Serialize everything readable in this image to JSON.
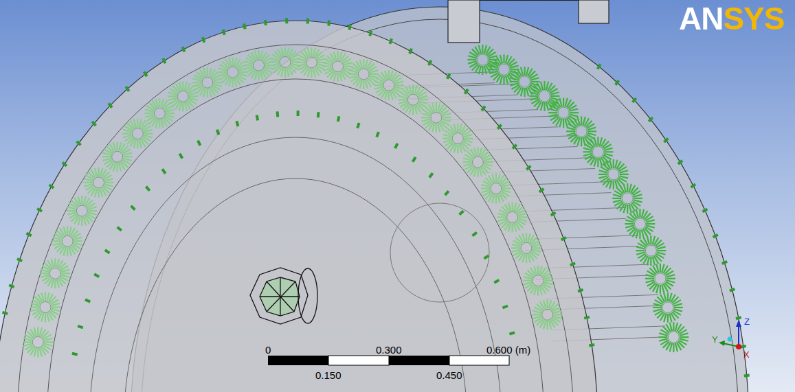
{
  "diagram": {
    "labels": [
      "ANSYS",
      "0",
      "0.300",
      "0.600 (m)",
      "0.150",
      "0.450",
      "Z",
      "Y",
      "X"
    ]
  }
}
